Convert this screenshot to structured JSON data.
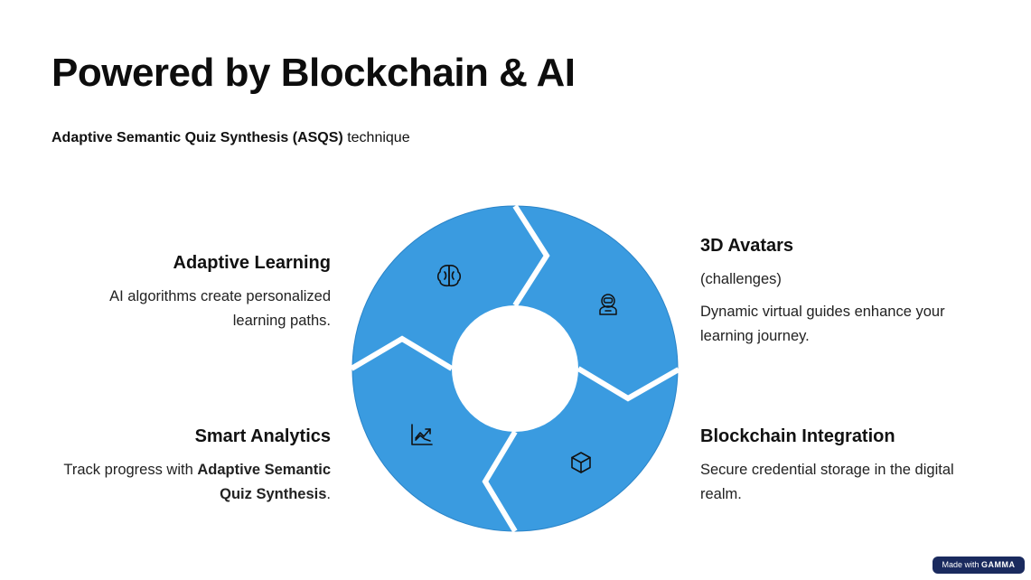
{
  "slide": {
    "title": "Powered by Blockchain & AI",
    "subtitle_bold": "Adaptive Semantic Quiz Synthesis (ASQS)",
    "subtitle_rest": " technique"
  },
  "cycle": {
    "segment_color": "#3a9be0",
    "icons": [
      "brain-icon",
      "astronaut-icon",
      "cube-icon",
      "trend-chart-icon"
    ]
  },
  "blocks": {
    "adaptive_learning": {
      "heading": "Adaptive Learning",
      "text": "AI algorithms create personalized learning paths."
    },
    "avatars": {
      "heading": "3D Avatars",
      "note": "(challenges)",
      "text": "Dynamic virtual guides enhance your learning journey."
    },
    "smart_analytics": {
      "heading": "Smart Analytics",
      "text_before": "Track progress with ",
      "text_bold": "Adaptive Semantic Quiz Synthesis",
      "text_after": "."
    },
    "blockchain": {
      "heading": "Blockchain Integration",
      "text": "Secure credential storage in the digital realm."
    }
  },
  "badge": {
    "prefix": "Made with ",
    "brand": "GAMMA"
  }
}
